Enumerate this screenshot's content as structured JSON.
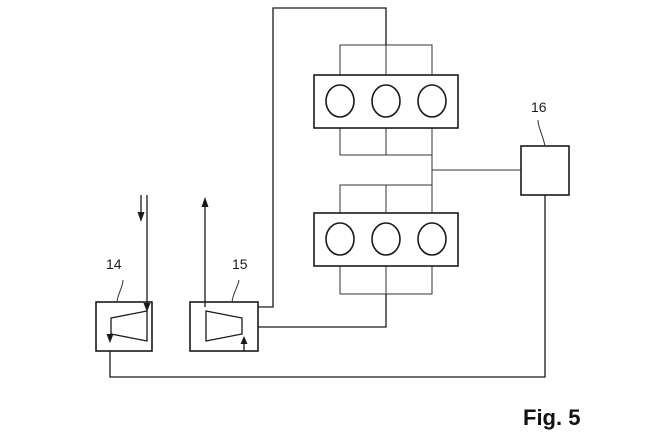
{
  "figure": {
    "caption": "Fig. 5"
  },
  "components": {
    "compressor": {
      "ref": "14"
    },
    "turbine": {
      "ref": "15"
    },
    "controller": {
      "ref": "16"
    }
  },
  "colors": {
    "line": "#1a1a1a",
    "background": "#ffffff"
  }
}
